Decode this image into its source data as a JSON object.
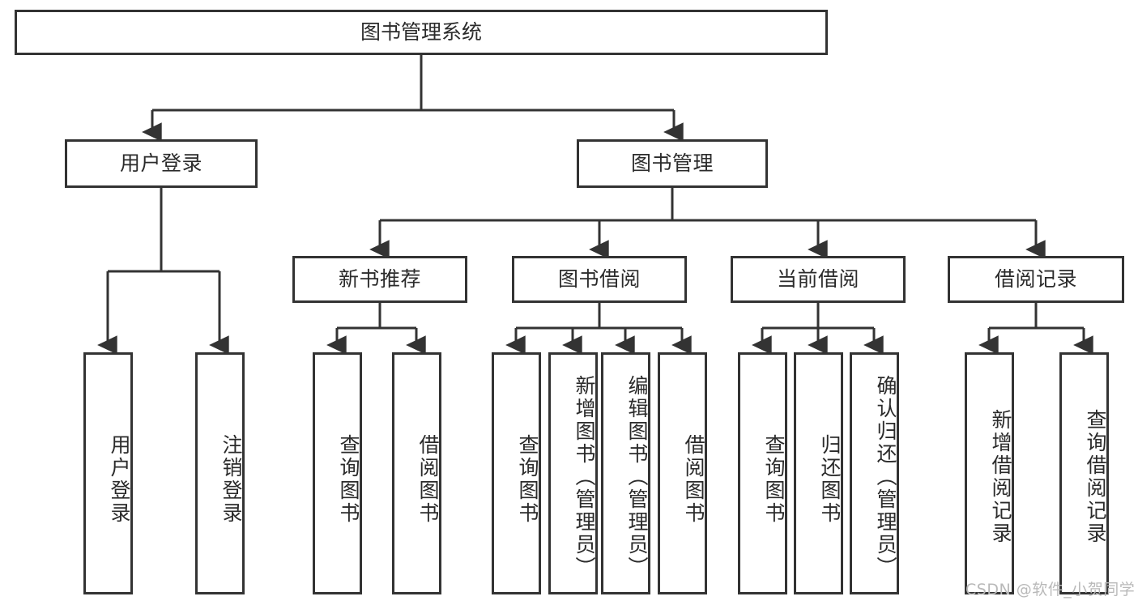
{
  "diagram": {
    "title": "图书管理系统",
    "type": "tree",
    "watermark": "CSDN @软件_小贺同学",
    "colors": {
      "stroke": "#333333",
      "box_fill": "#ffffff",
      "text": "#2b2b2b",
      "watermark": "#b9b9b9",
      "background": "#ffffff"
    },
    "nodes": {
      "root": {
        "label": "图书管理系统",
        "level": 0
      },
      "level1": [
        {
          "id": "user-login",
          "label": "用户登录"
        },
        {
          "id": "book-manage",
          "label": "图书管理"
        }
      ],
      "level2": [
        {
          "id": "new-book-rec",
          "label": "新书推荐",
          "parent": "book-manage"
        },
        {
          "id": "book-borrow",
          "label": "图书借阅",
          "parent": "book-manage"
        },
        {
          "id": "current-borrow",
          "label": "当前借阅",
          "parent": "book-manage"
        },
        {
          "id": "borrow-record",
          "label": "借阅记录",
          "parent": "book-manage"
        }
      ],
      "leaves": {
        "user-login": [
          {
            "id": "leaf-user-login",
            "label": "用户登录"
          },
          {
            "id": "leaf-user-logout",
            "label": "注销登录"
          }
        ],
        "new-book-rec": [
          {
            "id": "leaf-query-book-1",
            "label": "查询图书"
          },
          {
            "id": "leaf-borrow-book-1",
            "label": "借阅图书"
          }
        ],
        "book-borrow": [
          {
            "id": "leaf-query-book-2",
            "label": "查询图书"
          },
          {
            "id": "leaf-add-book",
            "label": "新增图书（管理员）"
          },
          {
            "id": "leaf-edit-book",
            "label": "编辑图书（管理员）"
          },
          {
            "id": "leaf-borrow-book-2",
            "label": "借阅图书"
          }
        ],
        "current-borrow": [
          {
            "id": "leaf-query-book-3",
            "label": "查询图书"
          },
          {
            "id": "leaf-return-book",
            "label": "归还图书"
          },
          {
            "id": "leaf-confirm-return",
            "label": "确认归还（管理员）"
          }
        ],
        "borrow-record": [
          {
            "id": "leaf-add-record",
            "label": "新增借阅记录"
          },
          {
            "id": "leaf-query-record",
            "label": "查询借阅记录"
          }
        ]
      }
    }
  }
}
